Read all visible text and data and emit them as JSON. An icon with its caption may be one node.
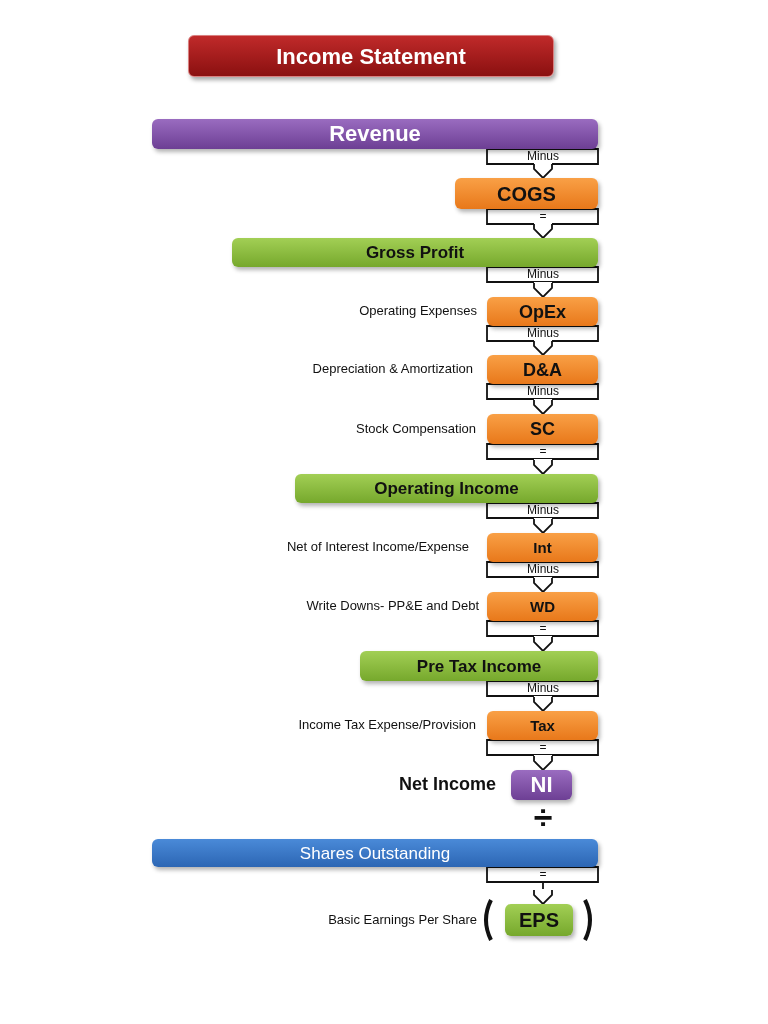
{
  "diagram": {
    "title": "Income Statement",
    "nodes": [
      {
        "text": [
          "Revenue"
        ]
      },
      {
        "text": [
          "COGS"
        ]
      },
      {
        "text": [
          "Gross Profit"
        ]
      },
      {
        "text": [
          "OpEx"
        ],
        "beside": [
          "Operating Expenses"
        ]
      },
      {
        "text": [
          "D&A"
        ],
        "beside": [
          "Depreciation & Amortization"
        ]
      },
      {
        "text": [
          "SC"
        ],
        "beside": [
          "Stock Compensation"
        ]
      },
      {
        "text": [
          "Operating Income"
        ]
      },
      {
        "text": [
          "Int"
        ],
        "beside": [
          "Net of Interest Income/Expense"
        ]
      },
      {
        "text": [
          "WD"
        ],
        "beside": [
          "Write Downs- PP&E and Debt"
        ]
      },
      {
        "text": [
          "Pre Tax Income"
        ]
      },
      {
        "text": [
          "Tax"
        ],
        "beside": [
          "Income Tax Expense/Provision"
        ]
      },
      {
        "text": [
          "NI"
        ],
        "beside": [
          "Net Income"
        ]
      },
      {
        "text": [
          "Shares Outstanding"
        ]
      },
      {
        "text": [
          "EPS"
        ],
        "beside": [
          "Basic Earnings Per Share"
        ]
      }
    ],
    "edges": [
      {
        "from": 0,
        "to": 1,
        "arrow": "to",
        "label": "Minus"
      },
      {
        "from": 1,
        "to": 2,
        "arrow": "to",
        "label": "="
      },
      {
        "from": 2,
        "to": 3,
        "arrow": "to",
        "label": "Minus"
      },
      {
        "from": 3,
        "to": 4,
        "arrow": "to",
        "label": "Minus"
      },
      {
        "from": 4,
        "to": 5,
        "arrow": "to",
        "label": "Minus"
      },
      {
        "from": 5,
        "to": 6,
        "arrow": "to",
        "label": "="
      },
      {
        "from": 6,
        "to": 7,
        "arrow": "to",
        "label": "Minus"
      },
      {
        "from": 7,
        "to": 8,
        "arrow": "to",
        "label": "Minus"
      },
      {
        "from": 8,
        "to": 9,
        "arrow": "to",
        "label": "="
      },
      {
        "from": 9,
        "to": 10,
        "arrow": "to",
        "label": "Minus"
      },
      {
        "from": 10,
        "to": 11,
        "arrow": "to",
        "label": "="
      },
      {
        "from": 12,
        "to": 13,
        "arrow": "to",
        "label": "="
      }
    ],
    "labels": [
      "÷"
    ]
  }
}
